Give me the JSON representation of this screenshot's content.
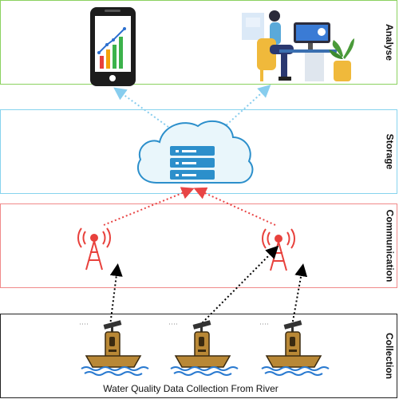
{
  "layers": {
    "analyse": "Analyse",
    "storage": "Storage",
    "communication": "Communication",
    "collection": "Collection"
  },
  "caption": "Water Quality Data Collection From River",
  "colors": {
    "analyse_border": "#8bd15f",
    "storage_border": "#86d3ee",
    "communication_border": "#f08a8a",
    "collection_border": "#222222",
    "tower": "#e8413c",
    "cloud": "#e9f6fb",
    "cloud_stroke": "#2c8fcb",
    "upload_arrow": "#87cdee",
    "tower_arrow": "#e84545",
    "buoy_arrow": "#000000"
  },
  "icons": [
    "smartphone-chart-icon",
    "analyst-desk-icon",
    "cloud-server-icon",
    "radio-tower-icon",
    "buoy-boat-icon"
  ]
}
